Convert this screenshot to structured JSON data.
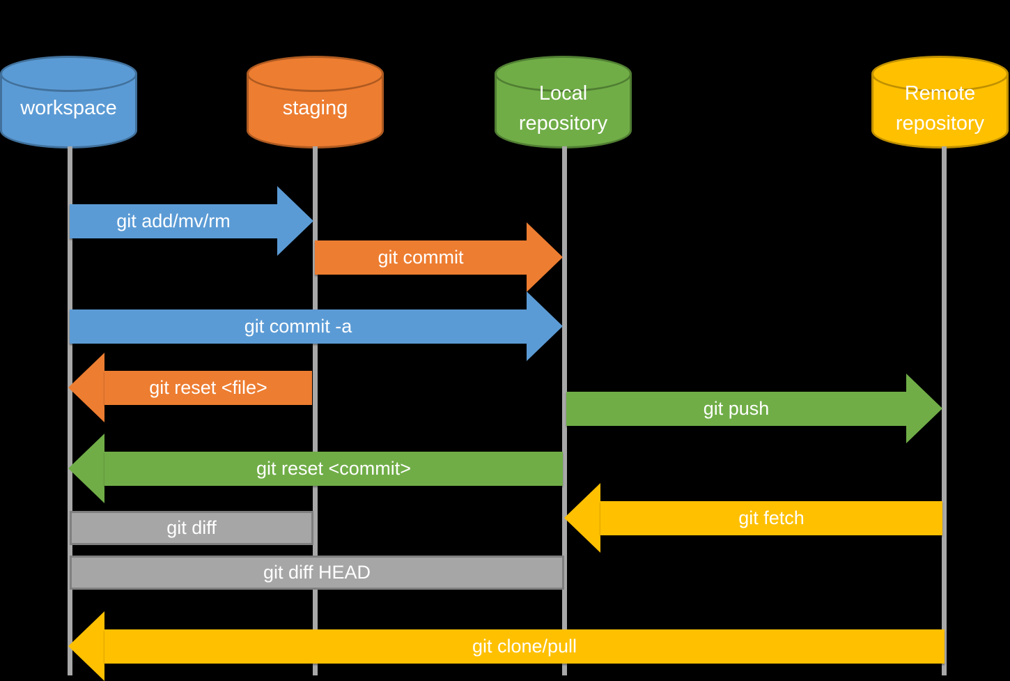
{
  "diagram": {
    "background": "#000000",
    "lifeline_color": "#A8A8A8",
    "nodes": [
      {
        "id": "workspace",
        "label": "workspace",
        "color": "#5B9BD5",
        "border": "#41719C"
      },
      {
        "id": "staging",
        "label": "staging",
        "color": "#ED7D31",
        "border": "#AE5A21"
      },
      {
        "id": "local",
        "label": "Local repository",
        "color": "#70AD47",
        "border": "#507E32"
      },
      {
        "id": "remote",
        "label": "Remote repository",
        "color": "#FFC000",
        "border": "#BF9000"
      }
    ],
    "arrows": [
      {
        "label": "git add/mv/rm",
        "from": "workspace",
        "to": "staging",
        "direction": "right",
        "color": "#5B9BD5"
      },
      {
        "label": "git commit",
        "from": "staging",
        "to": "local",
        "direction": "right",
        "color": "#ED7D31"
      },
      {
        "label": "git commit -a",
        "from": "workspace",
        "to": "local",
        "direction": "right",
        "color": "#5B9BD5"
      },
      {
        "label": "git reset <file>",
        "from": "staging",
        "to": "workspace",
        "direction": "left",
        "color": "#ED7D31"
      },
      {
        "label": "git push",
        "from": "local",
        "to": "remote",
        "direction": "right",
        "color": "#70AD47"
      },
      {
        "label": "git reset <commit>",
        "from": "local",
        "to": "workspace",
        "direction": "left",
        "color": "#70AD47"
      },
      {
        "label": "git fetch",
        "from": "remote",
        "to": "local",
        "direction": "left",
        "color": "#FFC000"
      },
      {
        "label": "git diff",
        "from": "workspace",
        "to": "staging",
        "direction": "none",
        "color": "#A6A6A6"
      },
      {
        "label": "git diff HEAD",
        "from": "workspace",
        "to": "local",
        "direction": "none",
        "color": "#A6A6A6"
      },
      {
        "label": "git clone/pull",
        "from": "remote",
        "to": "workspace",
        "direction": "left",
        "color": "#FFC000"
      }
    ]
  }
}
